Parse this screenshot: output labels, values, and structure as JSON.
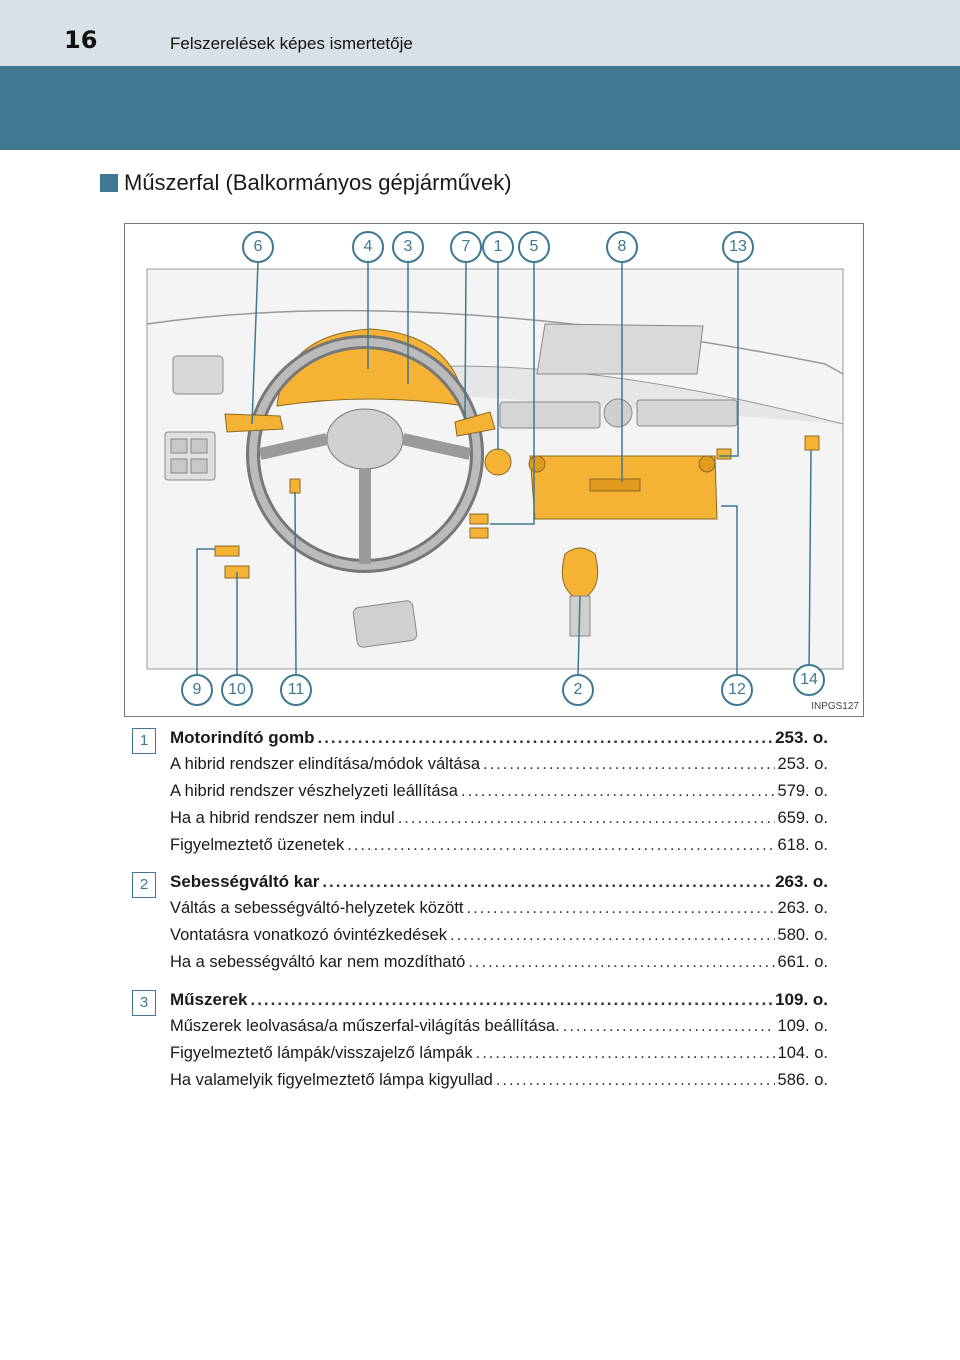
{
  "header": {
    "page_number": "16",
    "title": "Felszerelések képes ismertetője"
  },
  "section": {
    "heading": "Műszerfal (Balkormányos gépjárművek)"
  },
  "figure": {
    "code": "INPGS127",
    "top_callouts": [
      "6",
      "4",
      "3",
      "7",
      "1",
      "5",
      "8",
      "13"
    ],
    "bottom_callouts": [
      "9",
      "10",
      "11",
      "2",
      "12",
      "14"
    ],
    "colors": {
      "highlight": "#f5b335",
      "callout": "#3e7891",
      "line": "#8a8a8a"
    }
  },
  "entries": [
    {
      "badge": "1",
      "title": "Motorindító gomb",
      "title_page": "253. o.",
      "items": [
        {
          "label": "A hibrid rendszer elindítása/módok váltása",
          "page": "253. o."
        },
        {
          "label": "A hibrid rendszer vészhelyzeti leállítása",
          "page": "579. o."
        },
        {
          "label": "Ha a hibrid rendszer nem indul",
          "page": "659. o."
        },
        {
          "label": "Figyelmeztető üzenetek",
          "page": "618. o."
        }
      ]
    },
    {
      "badge": "2",
      "title": "Sebességváltó kar",
      "title_page": "263. o.",
      "items": [
        {
          "label": "Váltás a sebességváltó-helyzetek között",
          "page": "263. o."
        },
        {
          "label": "Vontatásra vonatkozó óvintézkedések",
          "page": "580. o."
        },
        {
          "label": "Ha a sebességváltó kar nem mozdítható",
          "page": "661. o."
        }
      ]
    },
    {
      "badge": "3",
      "title": "Műszerek",
      "title_page": "109. o.",
      "items": [
        {
          "label": "Műszerek leolvasása/a műszerfal-világítás beállítása.",
          "page": "109. o."
        },
        {
          "label": "Figyelmeztető lámpák/visszajelző lámpák",
          "page": "104. o."
        },
        {
          "label": "Ha valamelyik figyelmeztető lámpa kigyullad",
          "page": "586. o."
        }
      ]
    }
  ]
}
